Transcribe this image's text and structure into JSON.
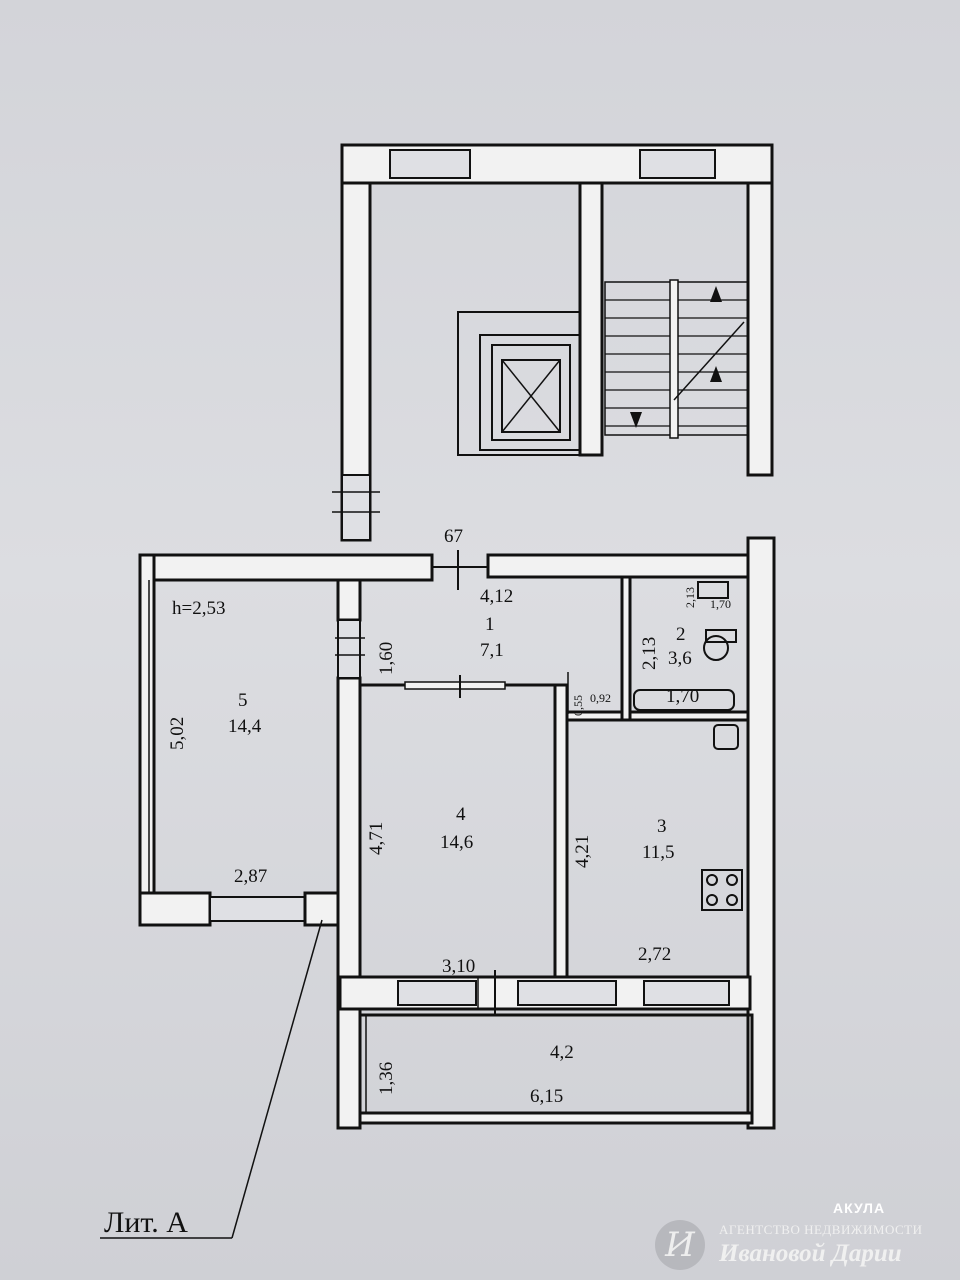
{
  "plan": {
    "ceiling_height": "h=2,53",
    "litera": "Лит. А",
    "rooms": [
      {
        "number": "1",
        "area": "7,1"
      },
      {
        "number": "2",
        "area": "3,6"
      },
      {
        "number": "3",
        "area": "11,5"
      },
      {
        "number": "4",
        "area": "14,6"
      },
      {
        "number": "5",
        "area": "14,4"
      },
      {
        "number": "",
        "area": "4,2"
      }
    ],
    "dimensions": {
      "d67": "67",
      "d412": "4,12",
      "d160": "1,60",
      "d213a": "2,13",
      "d213b": "2,13",
      "d170a": "1,70",
      "d170b": "1,70",
      "d055": "0,55",
      "d092": "0,92",
      "d502": "5,02",
      "d287": "2,87",
      "d471": "4,71",
      "d421": "4,21",
      "d310": "3,10",
      "d272": "2,72",
      "d136": "1,36",
      "d615": "6,15"
    }
  },
  "watermark": {
    "logo_glyph": "И",
    "agency": "АГЕНТСТВО НЕДВИЖИМОСТИ",
    "name": "Ивановой Дарии",
    "tag": "АКУЛА"
  }
}
